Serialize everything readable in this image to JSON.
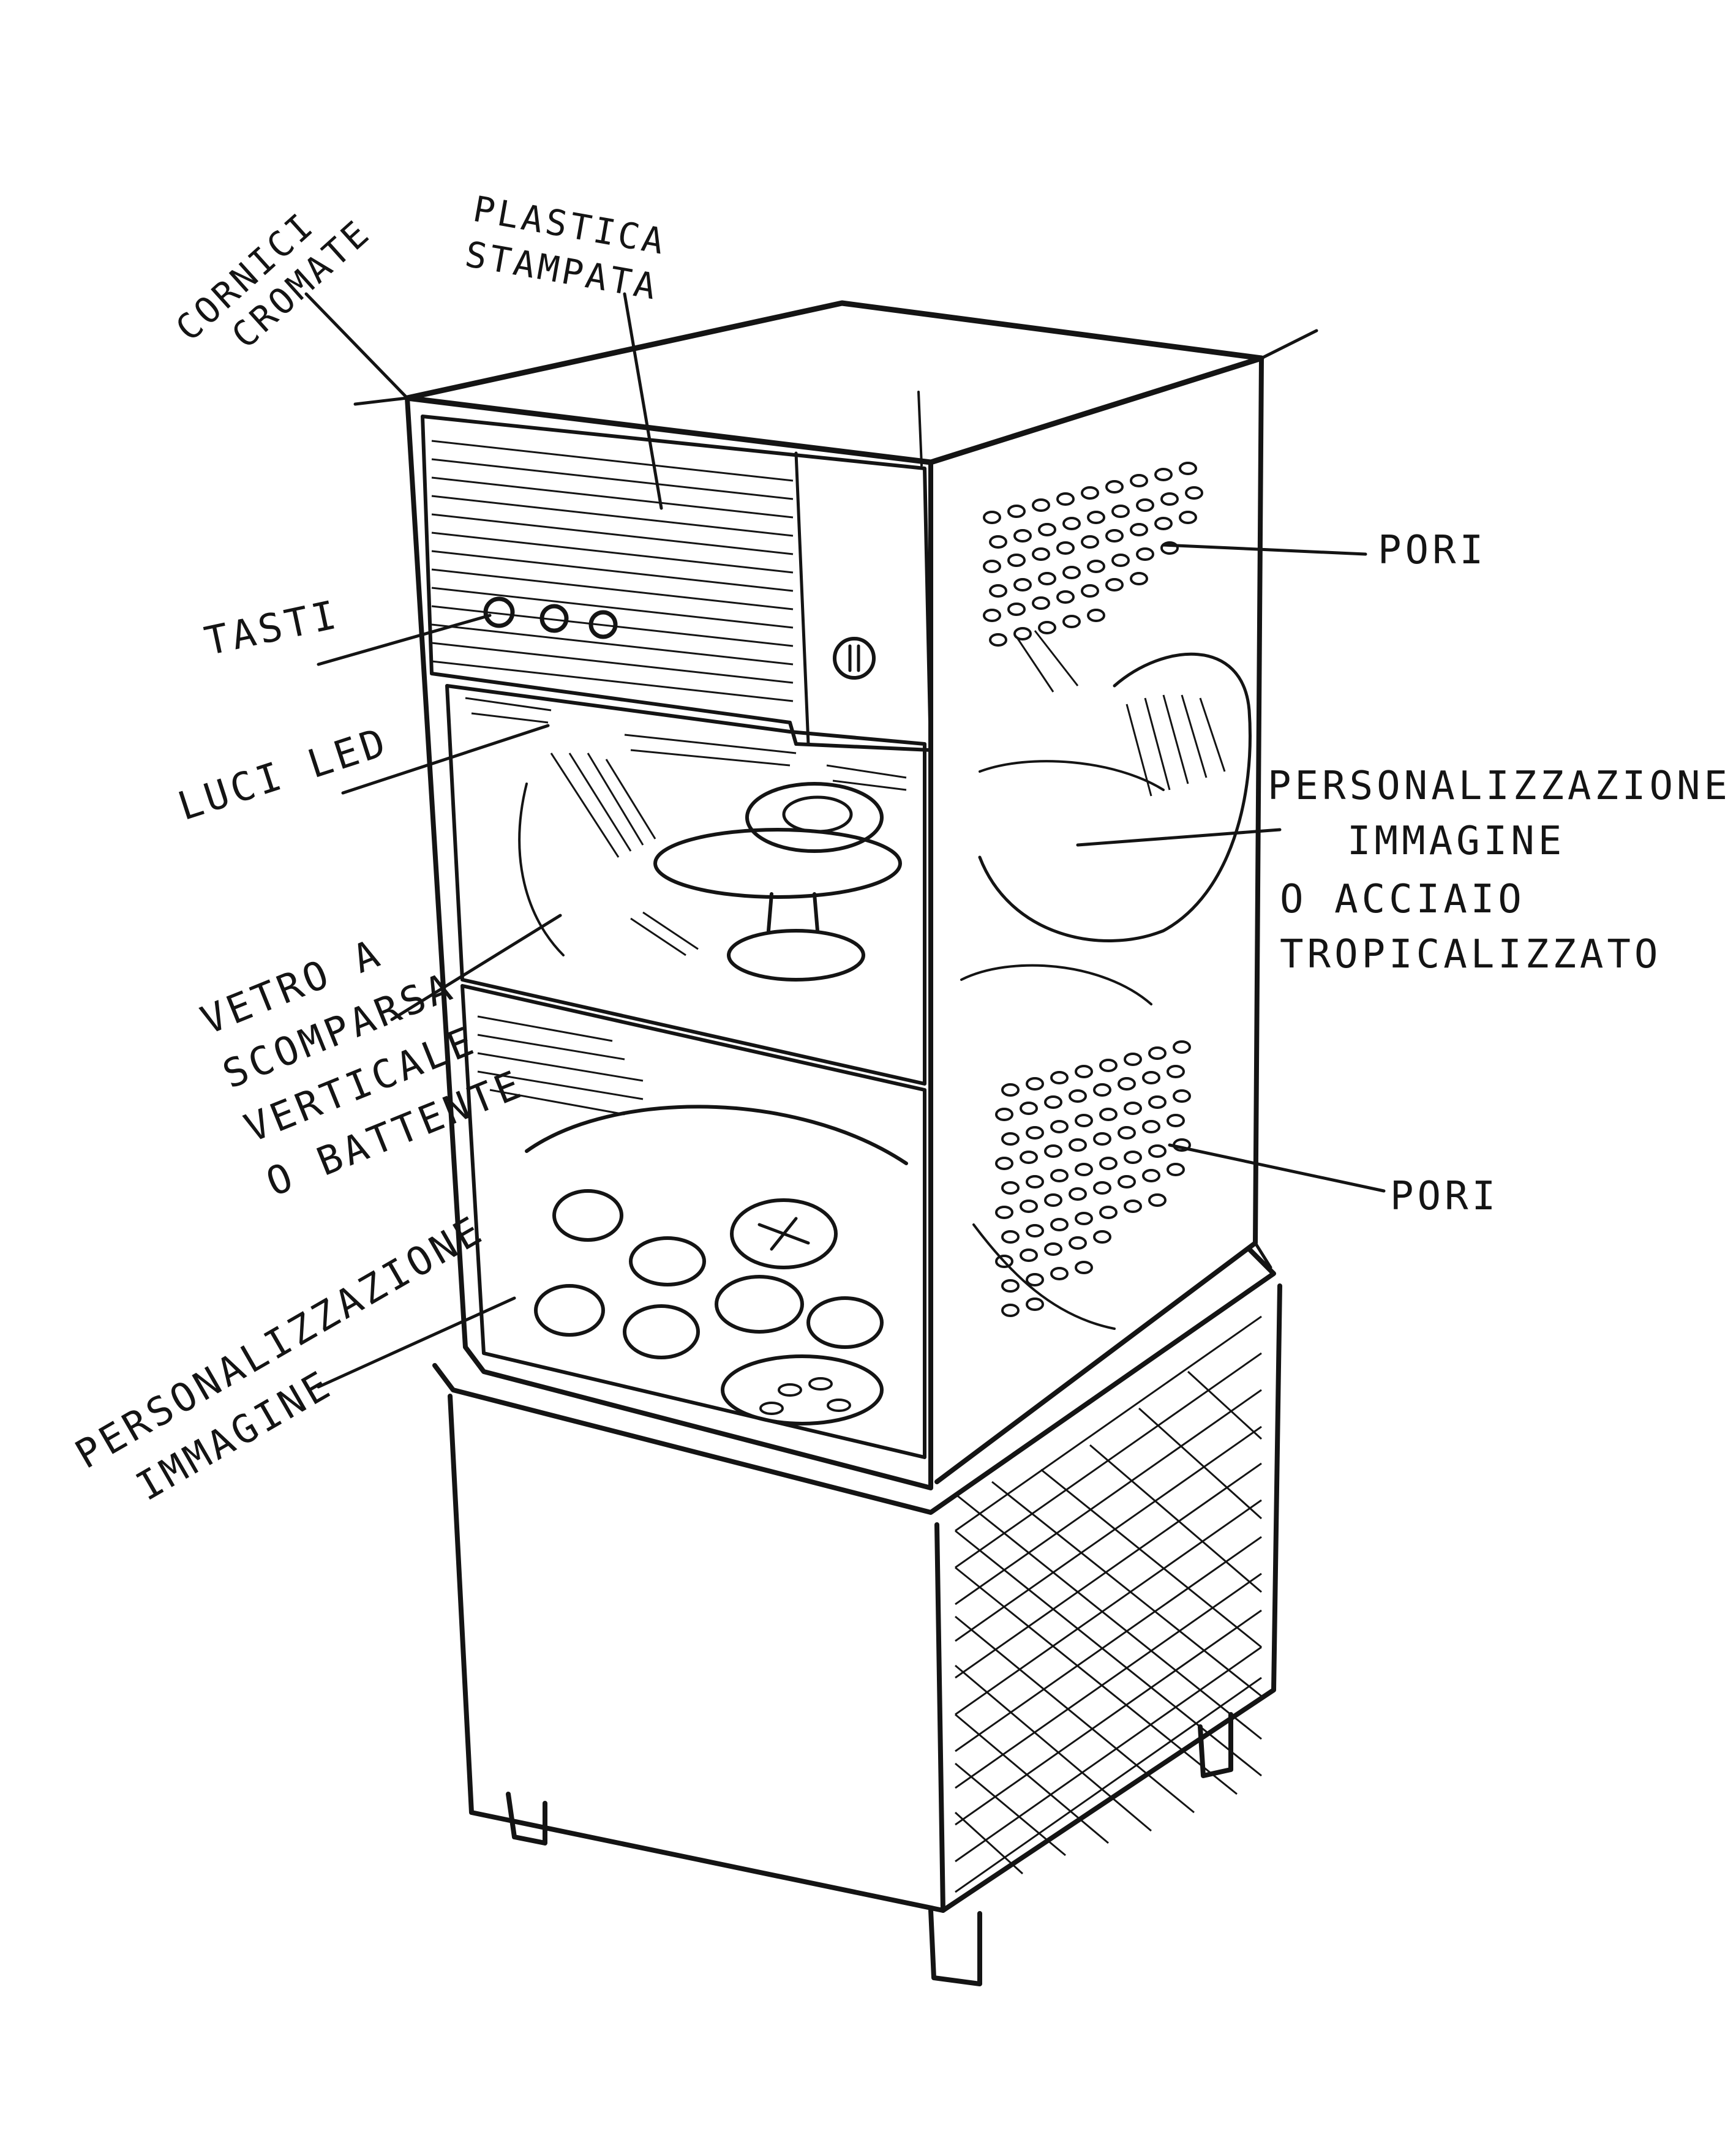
{
  "labels": {
    "cornici_cromate": [
      "CORNICI",
      "CROMATE"
    ],
    "plastica_stampata": [
      "PLASTICA",
      "STAMPATA"
    ],
    "pori_top": "PORI",
    "tasti": "TASTI",
    "luci_led": "LUCI LED",
    "personalizzazione_right": [
      "PERSONALIZZAZIONE",
      "IMMAGINE",
      "O ACCIAIO",
      "TROPICALIZZATO"
    ],
    "vetro": [
      "VETRO A",
      "SCOMPARSA",
      "VERTICALE",
      "O BATTENTE"
    ],
    "pori_bottom": "PORI",
    "personalizzazione_left": [
      "PERSONALIZZAZIONE",
      "IMMAGINE"
    ]
  },
  "colors": {
    "ink": "#141414",
    "paper": "#ffffff"
  }
}
